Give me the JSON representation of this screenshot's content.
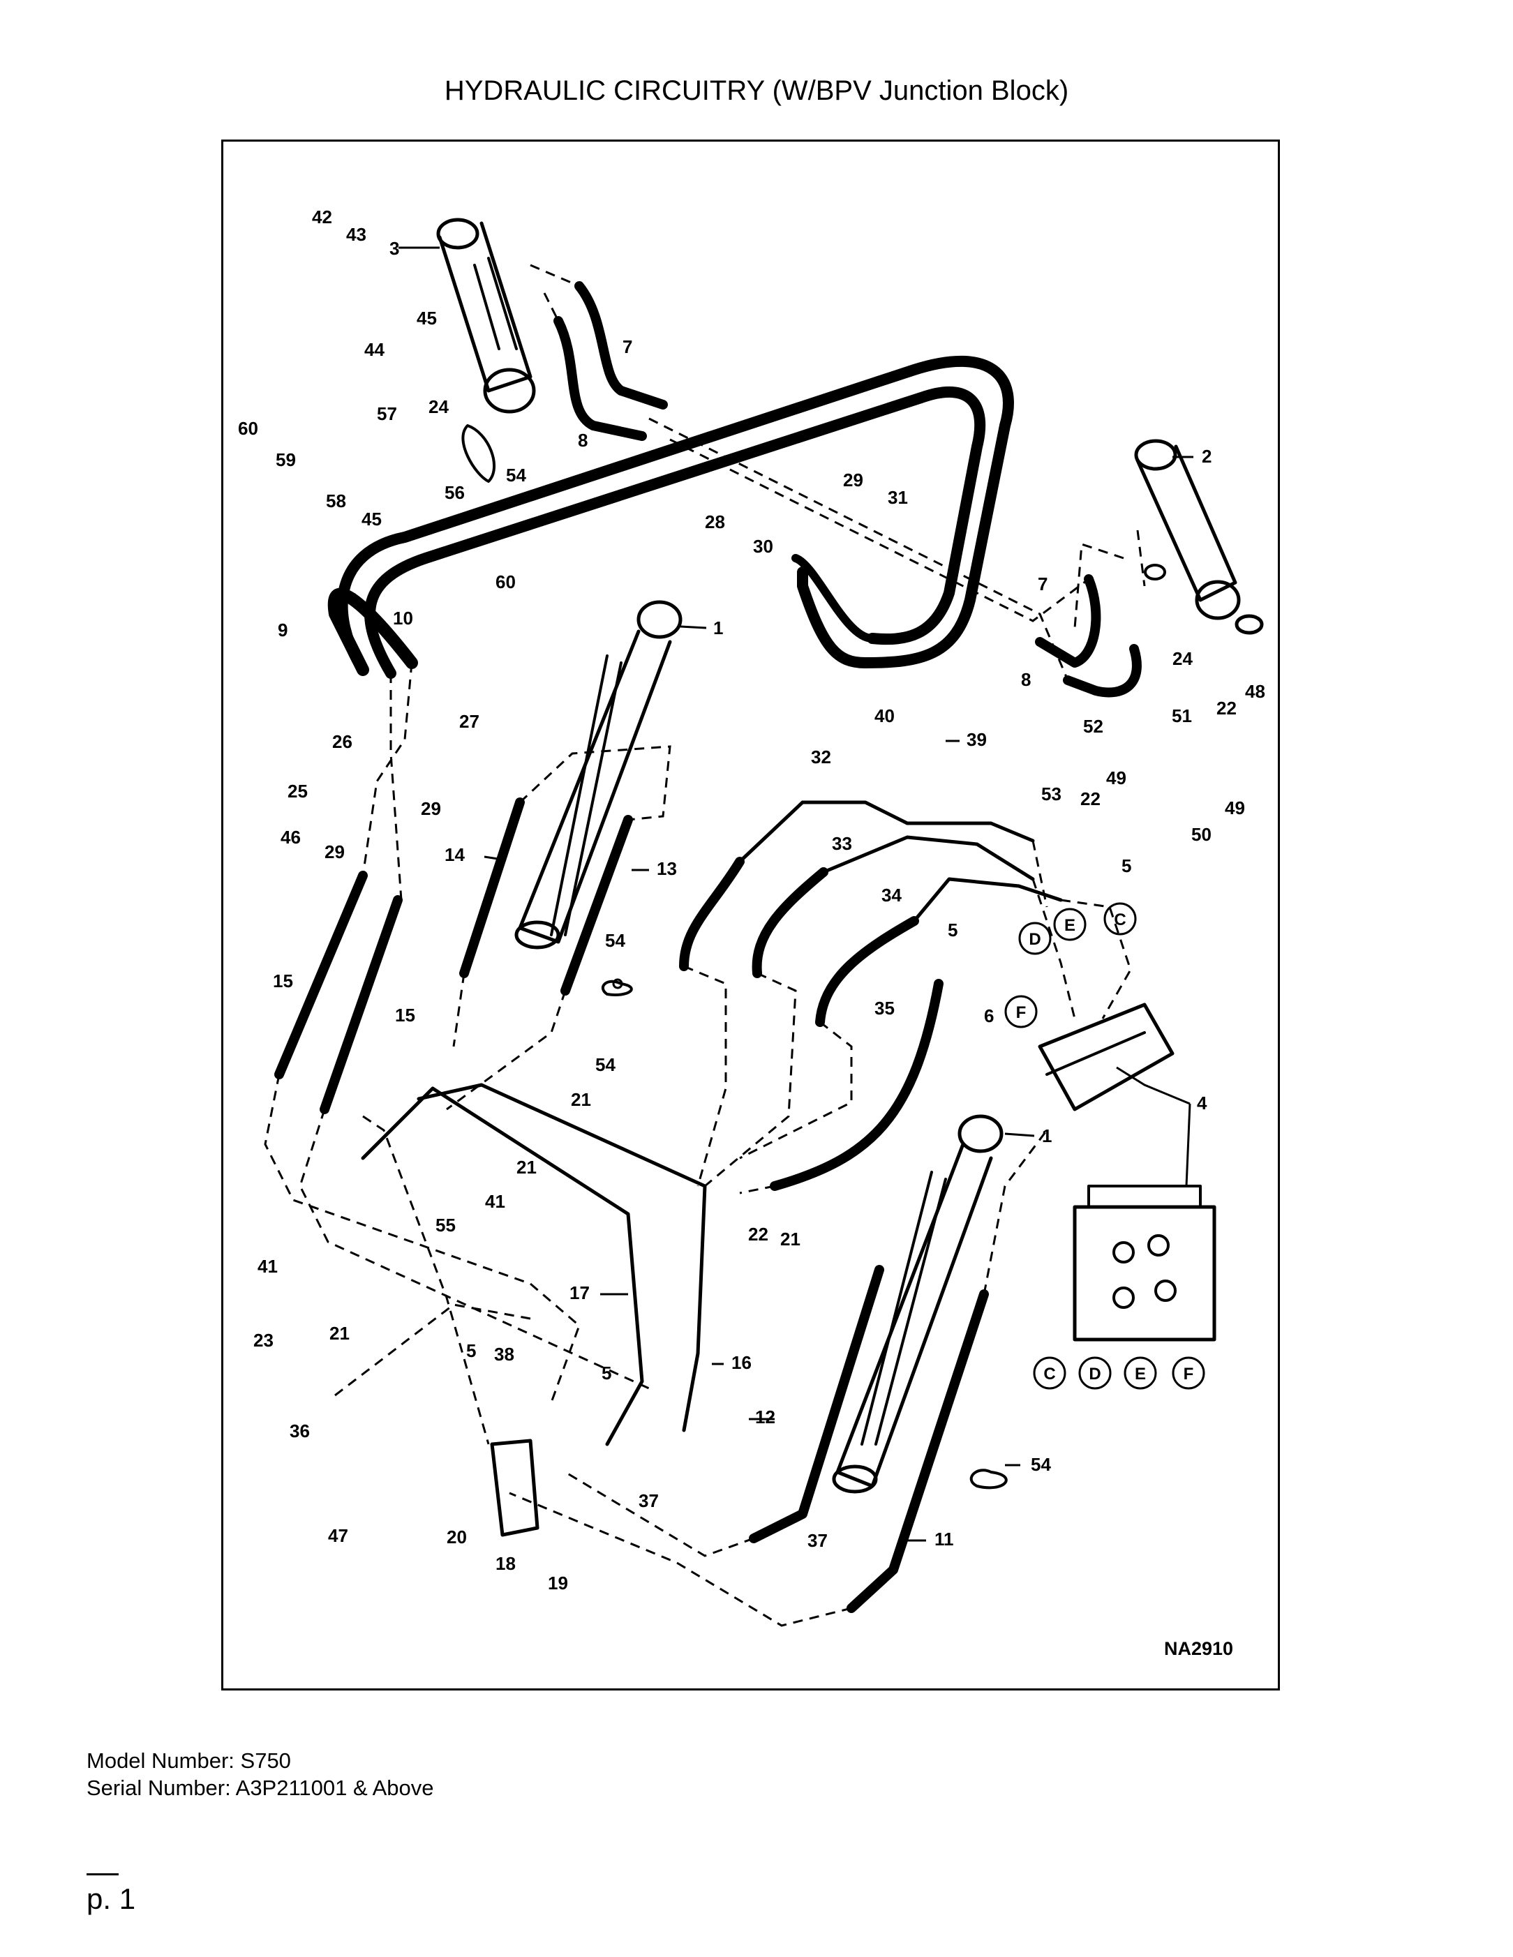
{
  "header": {
    "title": "HYDRAULIC CIRCUITRY (W/BPV Junction Block)"
  },
  "diagram": {
    "drawing_code": "NA2910",
    "callouts": [
      "1",
      "2",
      "3",
      "4",
      "5",
      "6",
      "7",
      "8",
      "9",
      "10",
      "11",
      "12",
      "13",
      "14",
      "15",
      "16",
      "17",
      "18",
      "19",
      "20",
      "21",
      "22",
      "23",
      "24",
      "25",
      "26",
      "27",
      "28",
      "29",
      "30",
      "31",
      "32",
      "33",
      "34",
      "35",
      "36",
      "37",
      "38",
      "39",
      "40",
      "41",
      "42",
      "43",
      "44",
      "45",
      "46",
      "47",
      "48",
      "49",
      "50",
      "51",
      "52",
      "53",
      "54",
      "55",
      "56",
      "57",
      "58",
      "59",
      "60"
    ],
    "port_letters": [
      "C",
      "D",
      "E",
      "F"
    ]
  },
  "footer": {
    "model": "Model Number: S750",
    "serial": "Serial Number: A3P211001 & Above",
    "page": "p. 1"
  }
}
